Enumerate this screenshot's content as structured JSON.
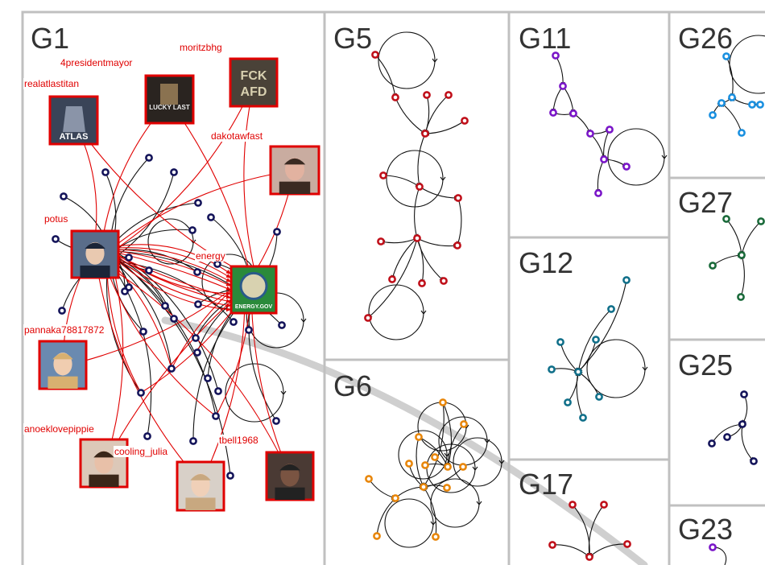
{
  "colors": {
    "panel_border": "#c0c0c0",
    "edge_black": "#111111",
    "edge_red": "#e00000",
    "g1_node": "#14145a",
    "g5_node": "#c0101a",
    "g6_node": "#e8860a",
    "g11_node": "#7a16c8",
    "g12_node": "#11708a",
    "g17_node": "#c0101a",
    "g26_node": "#1a90e0",
    "g27_node": "#1a6a3a",
    "g25_node": "#14145a",
    "g23_node": "#7a16c8",
    "avatar_border": "#e00000",
    "energy_border": "#e00000"
  },
  "groups": [
    {
      "id": "g1",
      "label": "G1"
    },
    {
      "id": "g5",
      "label": "G5"
    },
    {
      "id": "g6",
      "label": "G6"
    },
    {
      "id": "g11",
      "label": "G11"
    },
    {
      "id": "g12",
      "label": "G12"
    },
    {
      "id": "g17",
      "label": "G17"
    },
    {
      "id": "g26",
      "label": "G26"
    },
    {
      "id": "g27",
      "label": "G27"
    },
    {
      "id": "g25",
      "label": "G25"
    },
    {
      "id": "g23",
      "label": "G23"
    }
  ],
  "users": [
    {
      "id": "potus",
      "label": "potus",
      "icon": "portrait-avatar"
    },
    {
      "id": "energy",
      "label": "energy",
      "icon": "energy-gov-logo"
    },
    {
      "id": "realatlastitan",
      "label": "realatlastitan",
      "icon": "atlas-avatar"
    },
    {
      "id": "4presidentmayor",
      "label": "4presidentmayor",
      "icon": "lucky-last-avatar"
    },
    {
      "id": "moritzbhg",
      "label": "moritzbhg",
      "icon": "fck-afd-avatar"
    },
    {
      "id": "dakotawfast",
      "label": "dakotawfast",
      "icon": "portrait-avatar"
    },
    {
      "id": "pannaka78817872",
      "label": "pannaka78817872",
      "icon": "portrait-avatar"
    },
    {
      "id": "anoeklovepippie",
      "label": "anoeklovepippie",
      "icon": "portrait-avatar"
    },
    {
      "id": "cooling_julia",
      "label": "cooling_julia",
      "icon": "portrait-avatar"
    },
    {
      "id": "tbell1968",
      "label": "tbell1968",
      "icon": "portrait-avatar"
    },
    {
      "id": "couple",
      "label": "",
      "icon": "portrait-avatar"
    }
  ],
  "avatar_texts": {
    "atlas": "ATLAS",
    "lucky": "LUCKY LAST",
    "fck": "FCK",
    "afd": "AFD",
    "energy": "ENERGY.GOV"
  }
}
